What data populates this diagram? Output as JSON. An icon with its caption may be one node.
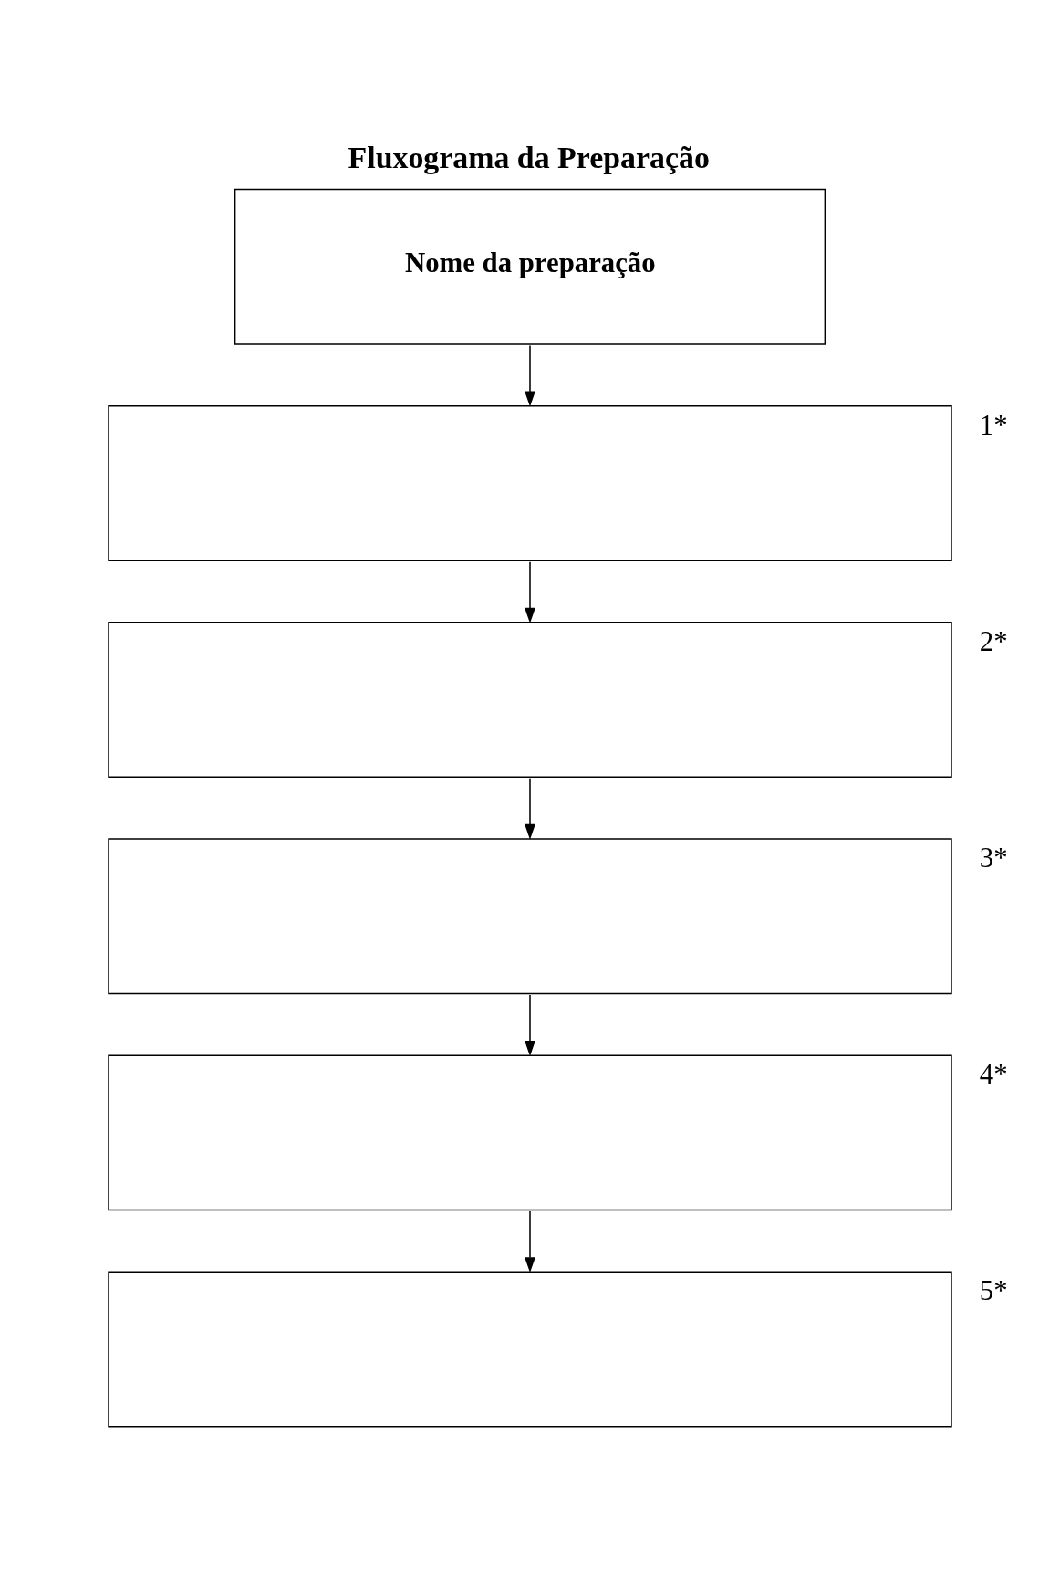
{
  "diagram": {
    "title": "Fluxograma da Preparação",
    "nodes": [
      {
        "text": [
          "Nome da preparação"
        ]
      },
      {
        "text": [],
        "shape": "box",
        "beside": [
          "1*"
        ]
      },
      {
        "text": [],
        "shape": "box",
        "beside": [
          "2*"
        ]
      },
      {
        "text": [],
        "shape": "box",
        "beside": [
          "3*"
        ]
      },
      {
        "text": [],
        "shape": "box",
        "beside": [
          "4*"
        ]
      },
      {
        "text": [],
        "shape": "box",
        "beside": [
          "5*"
        ]
      }
    ],
    "edges": [
      {
        "from": 0,
        "to": 1,
        "arrow": "to"
      },
      {
        "from": 1,
        "to": 2,
        "arrow": "to"
      },
      {
        "from": 2,
        "to": 3,
        "arrow": "to"
      },
      {
        "from": 3,
        "to": 4,
        "arrow": "to"
      },
      {
        "from": 4,
        "to": 5,
        "arrow": "to"
      }
    ]
  }
}
